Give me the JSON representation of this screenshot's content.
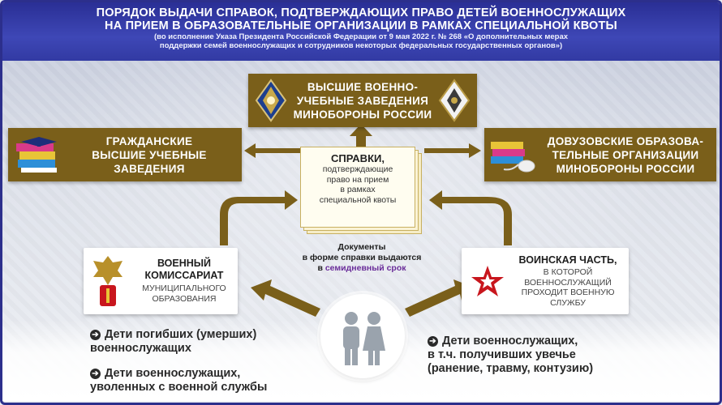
{
  "header": {
    "title_line1": "ПОРЯДОК ВЫДАЧИ СПРАВОК, ПОДТВЕРЖДАЮЩИХ ПРАВО ДЕТЕЙ ВОЕННОСЛУЖАЩИХ",
    "title_line2": "НА ПРИЕМ В ОБРАЗОВАТЕЛЬНЫЕ ОРГАНИЗАЦИИ В РАМКАХ СПЕЦИАЛЬНОЙ КВОТЫ",
    "subtitle_line1": "(во исполнение Указа Президента Российской Федерации от 9 мая 2022 г. № 268 «О дополнительных мерах",
    "subtitle_line2": "поддержки семей военнослужащих и сотрудников некоторых федеральных государственных органов»)"
  },
  "boxes": {
    "top": [
      "ВЫСШИЕ ВОЕННО-",
      "УЧЕБНЫЕ ЗАВЕДЕНИЯ",
      "МИНОБОРОНЫ РОССИИ"
    ],
    "left": [
      "ГРАЖДАНСКИЕ",
      "ВЫСШИЕ УЧЕБНЫЕ",
      "ЗАВЕДЕНИЯ"
    ],
    "right": [
      "ДОВУЗОВСКИЕ ОБРАЗОВА-",
      "ТЕЛЬНЫЕ ОРГАНИЗАЦИИ",
      "МИНОБОРОНЫ РОССИИ"
    ]
  },
  "certificate": {
    "title": "СПРАВКИ,",
    "text": [
      "подтверждающие",
      "право на прием",
      "в рамках",
      "специальной квоты"
    ]
  },
  "note": {
    "line1": "Документы",
    "line2": "в форме справки выдаются",
    "line3_prefix": "в ",
    "line3_highlight": "семидневный срок"
  },
  "commissariat": {
    "title": [
      "ВОЕННЫЙ",
      "КОМИССАРИАТ"
    ],
    "text": [
      "МУНИЦИПАЛЬНОГО",
      "ОБРАЗОВАНИЯ"
    ]
  },
  "unit": {
    "title": "ВОИНСКАЯ ЧАСТЬ,",
    "text": [
      "В КОТОРОЙ",
      "ВОЕННОСЛУЖАЩИЙ",
      "ПРОХОДИТ ВОЕННУЮ",
      "СЛУЖБУ"
    ]
  },
  "categories": {
    "left_1": [
      "Дети погибших (умерших)",
      "военнослужащих"
    ],
    "left_2": [
      "Дети военнослужащих,",
      "уволенных с военной службы"
    ],
    "right_1": [
      "Дети военнослужащих,",
      "в т.ч. получивших увечье",
      "(ранение, травму, контузию)"
    ]
  },
  "colors": {
    "header_blue": "#323aa3",
    "box_brown": "#7a5f1a",
    "arrow_brown": "#7a5f1a",
    "highlight_purple": "#6a2d9a",
    "star_red": "#c8161d"
  }
}
